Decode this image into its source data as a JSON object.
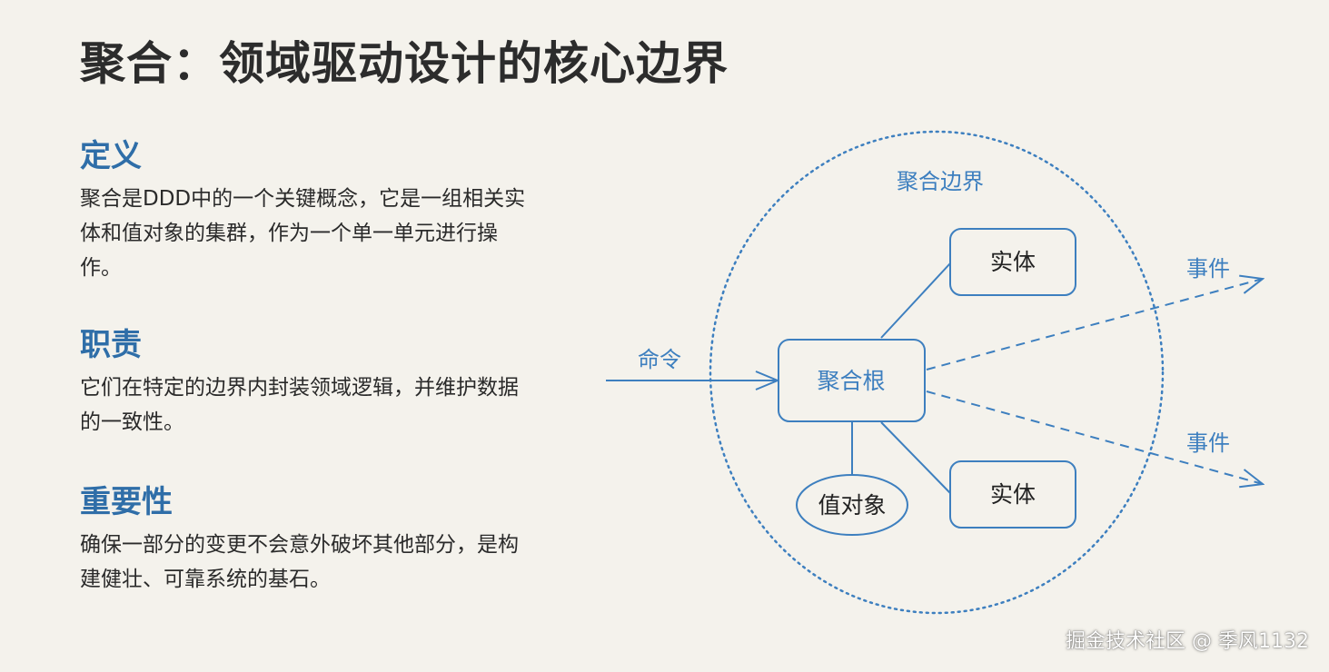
{
  "title": "聚合：领域驱动设计的核心边界",
  "sections": {
    "definition": {
      "heading": "定义",
      "body": "聚合是DDD中的一个关键概念，它是一组相关实体和值对象的集群，作为一个单一单元进行操作。"
    },
    "responsibility": {
      "heading": "职责",
      "body": "它们在特定的边界内封装领域逻辑，并维护数据的一致性。"
    },
    "importance": {
      "heading": "重要性",
      "body": "确保一部分的变更不会意外破坏其他部分，是构建健壮、可靠系统的基石。"
    }
  },
  "diagram": {
    "boundary_label": "聚合边界",
    "root_label": "聚合根",
    "entity_top_label": "实体",
    "entity_bottom_label": "实体",
    "value_object_label": "值对象",
    "command_label": "命令",
    "event_top_label": "事件",
    "event_bottom_label": "事件",
    "colors": {
      "accent": "#3d7fbf",
      "heading": "#2f6ea8",
      "box_fill": "#f4f2ec"
    }
  },
  "watermark": "掘金技术社区 @ 季风1132"
}
